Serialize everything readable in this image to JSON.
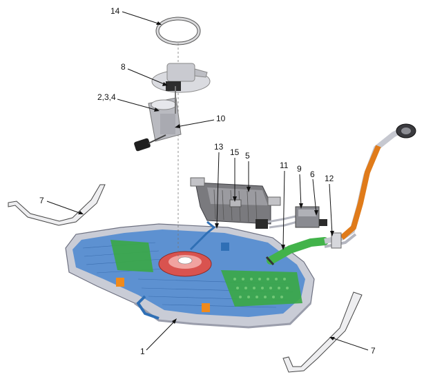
{
  "figure": {
    "callouts": [
      "14",
      "8",
      "2,3,4",
      "10",
      "13",
      "15",
      "5",
      "11",
      "9",
      "6",
      "12",
      "7",
      "7",
      "1"
    ]
  },
  "colors": {
    "tank_shell": "#c9ccd6",
    "tank_blue": "#3c7ac8",
    "green_baffle": "#3aa845",
    "pump_flange": "#d9534f",
    "filler_hose_orange": "#e07b1a",
    "green_hose": "#42b34a",
    "canister": "#7a7a7e",
    "strap": "#e8e8ea",
    "blue_line": "#2f6fb5"
  }
}
